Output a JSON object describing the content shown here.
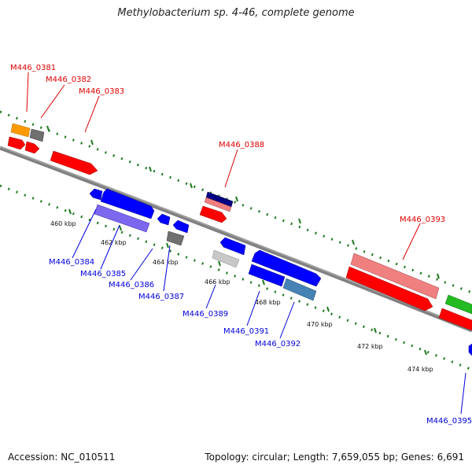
{
  "title": "Methylobacterium sp. 4-46, complete genome",
  "accession": "Accession: NC_010511",
  "topology": "Topology: circular; Length: 7,659,055 bp; Genes: 6,691",
  "ticks": [
    "460 kbp",
    "462 kbp",
    "464 kbp",
    "466 kbp",
    "468 kbp",
    "470 kbp",
    "472 kbp",
    "474 kbp"
  ],
  "top_labels": [
    "M446_0381",
    "M446_0382",
    "M446_0383",
    "M446_0388",
    "M446_0393"
  ],
  "bottom_labels": [
    "M446_0384",
    "M446_0385",
    "M446_0386",
    "M446_0387",
    "M446_0389",
    "M446_0391",
    "M446_0392",
    "M446_0395"
  ],
  "colors": {
    "red": "#ff0000",
    "pink": "#f08080",
    "blue": "#0000ff",
    "lavender": "#7b68ee",
    "gray": "#707070",
    "light_gray": "#c8c8c8",
    "orange": "#ff9900",
    "navy": "#000080",
    "steel": "#4682b4",
    "green": "#22bb22",
    "backbone": "#808080",
    "tick_green": "#1f7a1f"
  }
}
